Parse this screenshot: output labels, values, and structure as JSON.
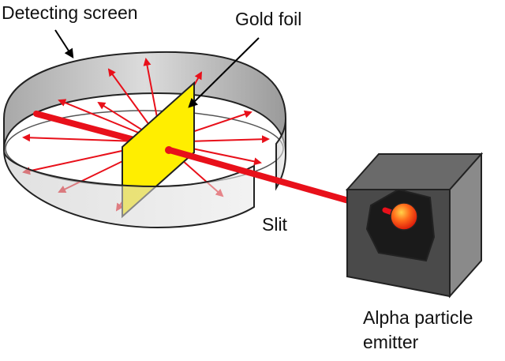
{
  "labels": {
    "detecting_screen": "Detecting screen",
    "gold_foil": "Gold foil",
    "slit": "Slit",
    "emitter_line1": "Alpha particle",
    "emitter_line2": "emitter"
  },
  "colors": {
    "beam": "#e8101a",
    "scatter": "#e8101a",
    "foil": "#ffee00",
    "screen": "#b9b9b9",
    "emitter_box": "#4a4a4a",
    "source_core": "#ff3a1a"
  }
}
